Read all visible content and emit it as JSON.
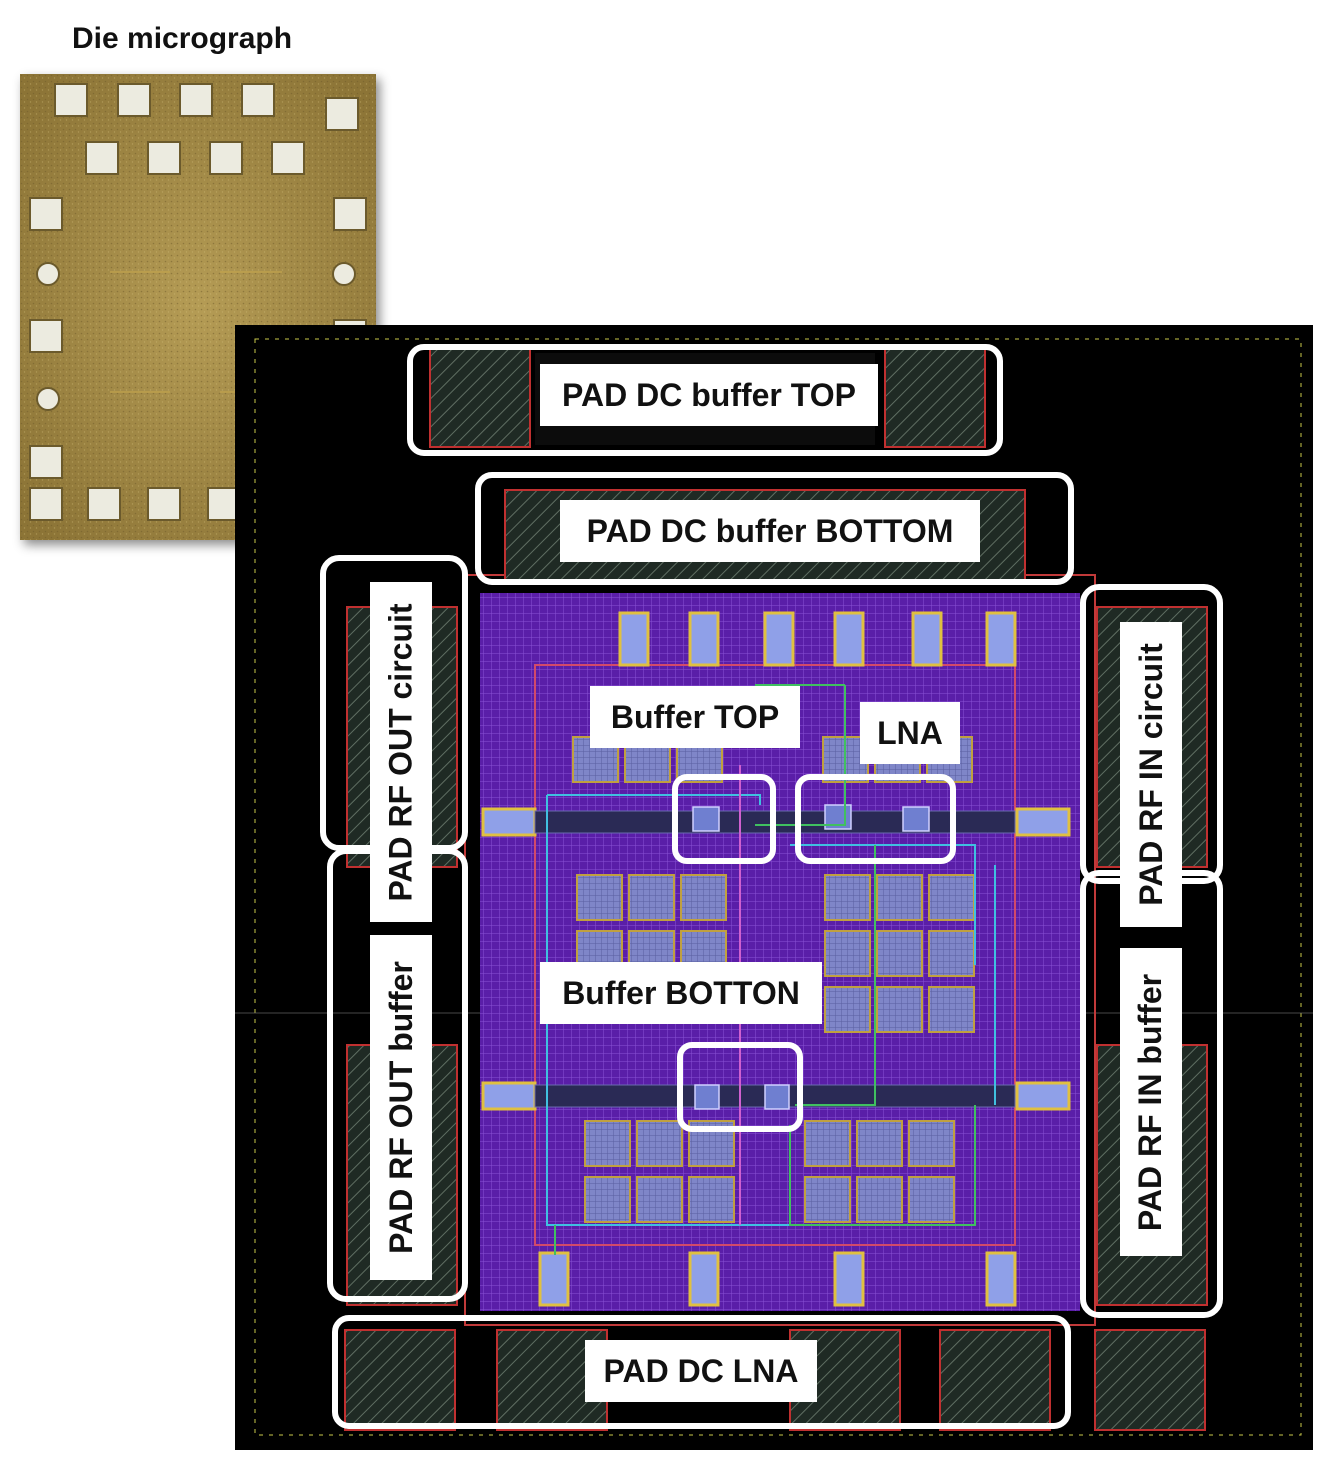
{
  "title": "Die micrograph",
  "labels": {
    "pad_dc_buffer_top": "PAD DC buffer TOP",
    "pad_dc_buffer_bottom": "PAD DC buffer BOTTOM",
    "pad_rf_out_circuit": "PAD RF OUT circuit",
    "pad_rf_out_buffer": "PAD RF OUT buffer",
    "pad_rf_in_circuit": "PAD RF IN circuit",
    "pad_rf_in_buffer": "PAD RF IN buffer",
    "buffer_top": "Buffer TOP",
    "lna": "LNA",
    "buffer_botton": "Buffer BOTTON",
    "pad_dc_lna": "PAD DC LNA"
  },
  "colors": {
    "core_purple": "#5a1ea8",
    "layout_background": "#000000",
    "pad_dark": "#24302a",
    "micrograph_gold": "#a8904a",
    "outline": "#ffffff"
  }
}
